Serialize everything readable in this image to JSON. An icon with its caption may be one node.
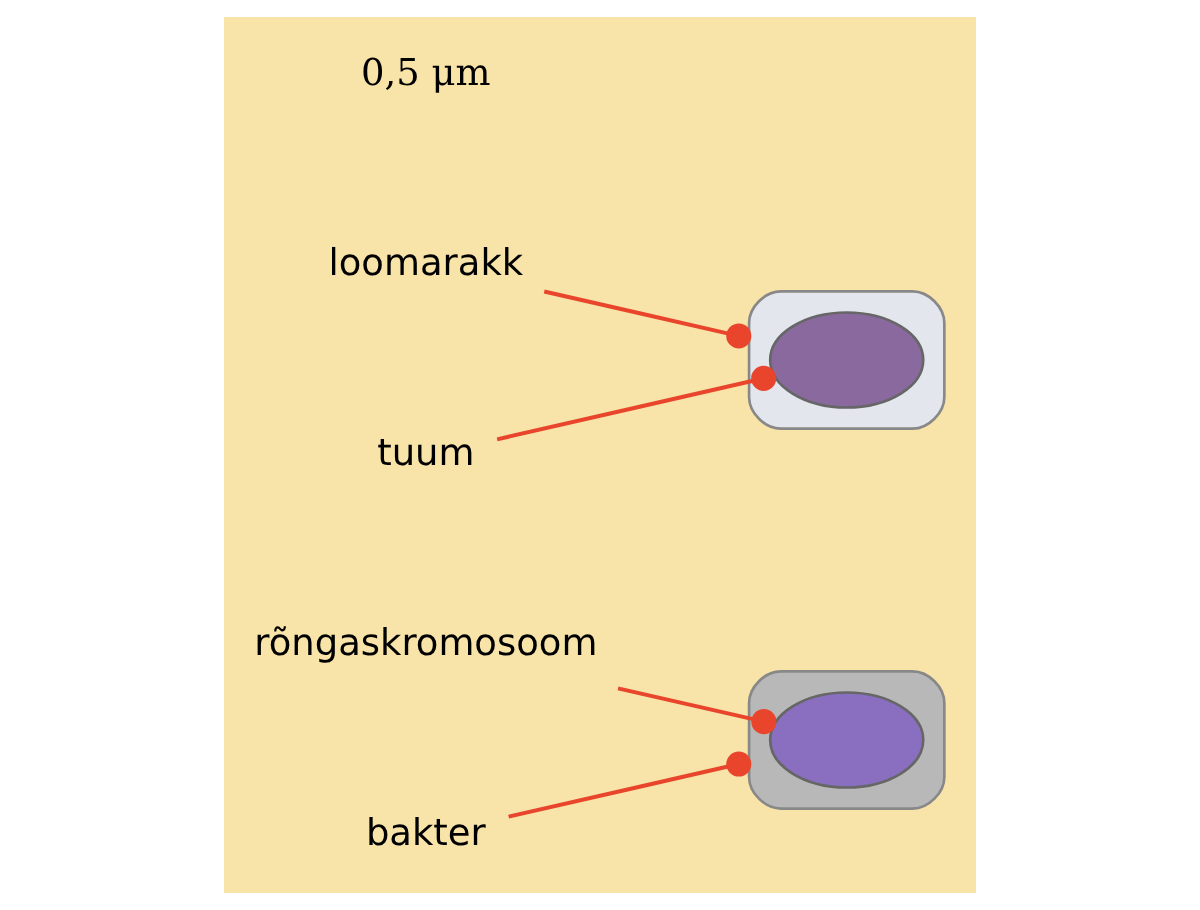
{
  "diagram": {
    "nodes": [
      {
        "text": [
          "rõngaskromosoom"
        ]
      },
      {
        "text": [
          "bakter"
        ]
      },
      {
        "text": [],
        "shape": "picture"
      },
      {
        "text": [],
        "shape": "circle",
        "in": 2
      },
      {
        "text": [
          "loomarakk"
        ]
      },
      {
        "text": [],
        "shape": "picture"
      },
      {
        "text": [],
        "shape": "circle",
        "in": 5
      },
      {
        "text": [
          "tuum"
        ]
      }
    ],
    "edges": [
      {
        "from": 0,
        "to": 3,
        "arrow": "other"
      },
      {
        "from": 1,
        "to": 2,
        "arrow": "other"
      },
      {
        "from": 4,
        "to": 5,
        "arrow": "other"
      },
      {
        "from": 7,
        "to": 6,
        "arrow": "other"
      }
    ],
    "labels": [
      "0,5 μm"
    ]
  }
}
